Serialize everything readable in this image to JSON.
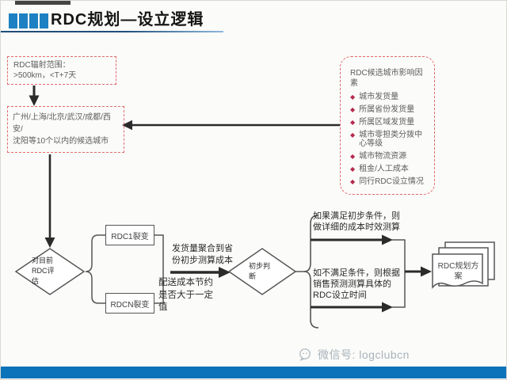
{
  "header": {
    "title": "RDC规划—设立逻辑"
  },
  "colors": {
    "accent_blue": "#1d80c3",
    "footer_blue": "#0b73b9",
    "dashed_red": "#e06a6a",
    "bullet_red": "#b5294e",
    "underline_navy": "#1f4e79"
  },
  "icons": {
    "bullet": "◆"
  },
  "flow": {
    "coverage_box": "RDC辐射范围：\n>500km，<T+7天",
    "candidates_box": "广州/上海/北京/武汉/成都/西安/\n沈阳等10个以内的候选城市",
    "influence_box": {
      "title": "RDC候选城市影响因素",
      "items": [
        "城市发货量",
        "所属省份发货量",
        "所属区域发货量",
        "城市零担类分拨中心等级",
        "城市物流资源",
        "租金/人工成本",
        "同行RDC设立情况"
      ]
    },
    "evaluate_diamond": "对目前\nRDC评\n估",
    "rdc1_box": "RDC1裂变",
    "rdcn_box": "RDCN裂变",
    "aggregate_label": "发货量聚合到省\n份初步测算成本",
    "saving_label": "配送成本节约\n是否大于一定\n值",
    "judge_diamond": "初步判\n断",
    "condition_met": "如果满足初步条件，则\n做详细的成本时效测算",
    "condition_not_met": "如不满足条件，则根据\n销售预测测算具体的\nRDC设立时间",
    "output_doc": "RDC规划方\n案"
  },
  "footer": {
    "watermark": "微信号: logclubcn"
  }
}
